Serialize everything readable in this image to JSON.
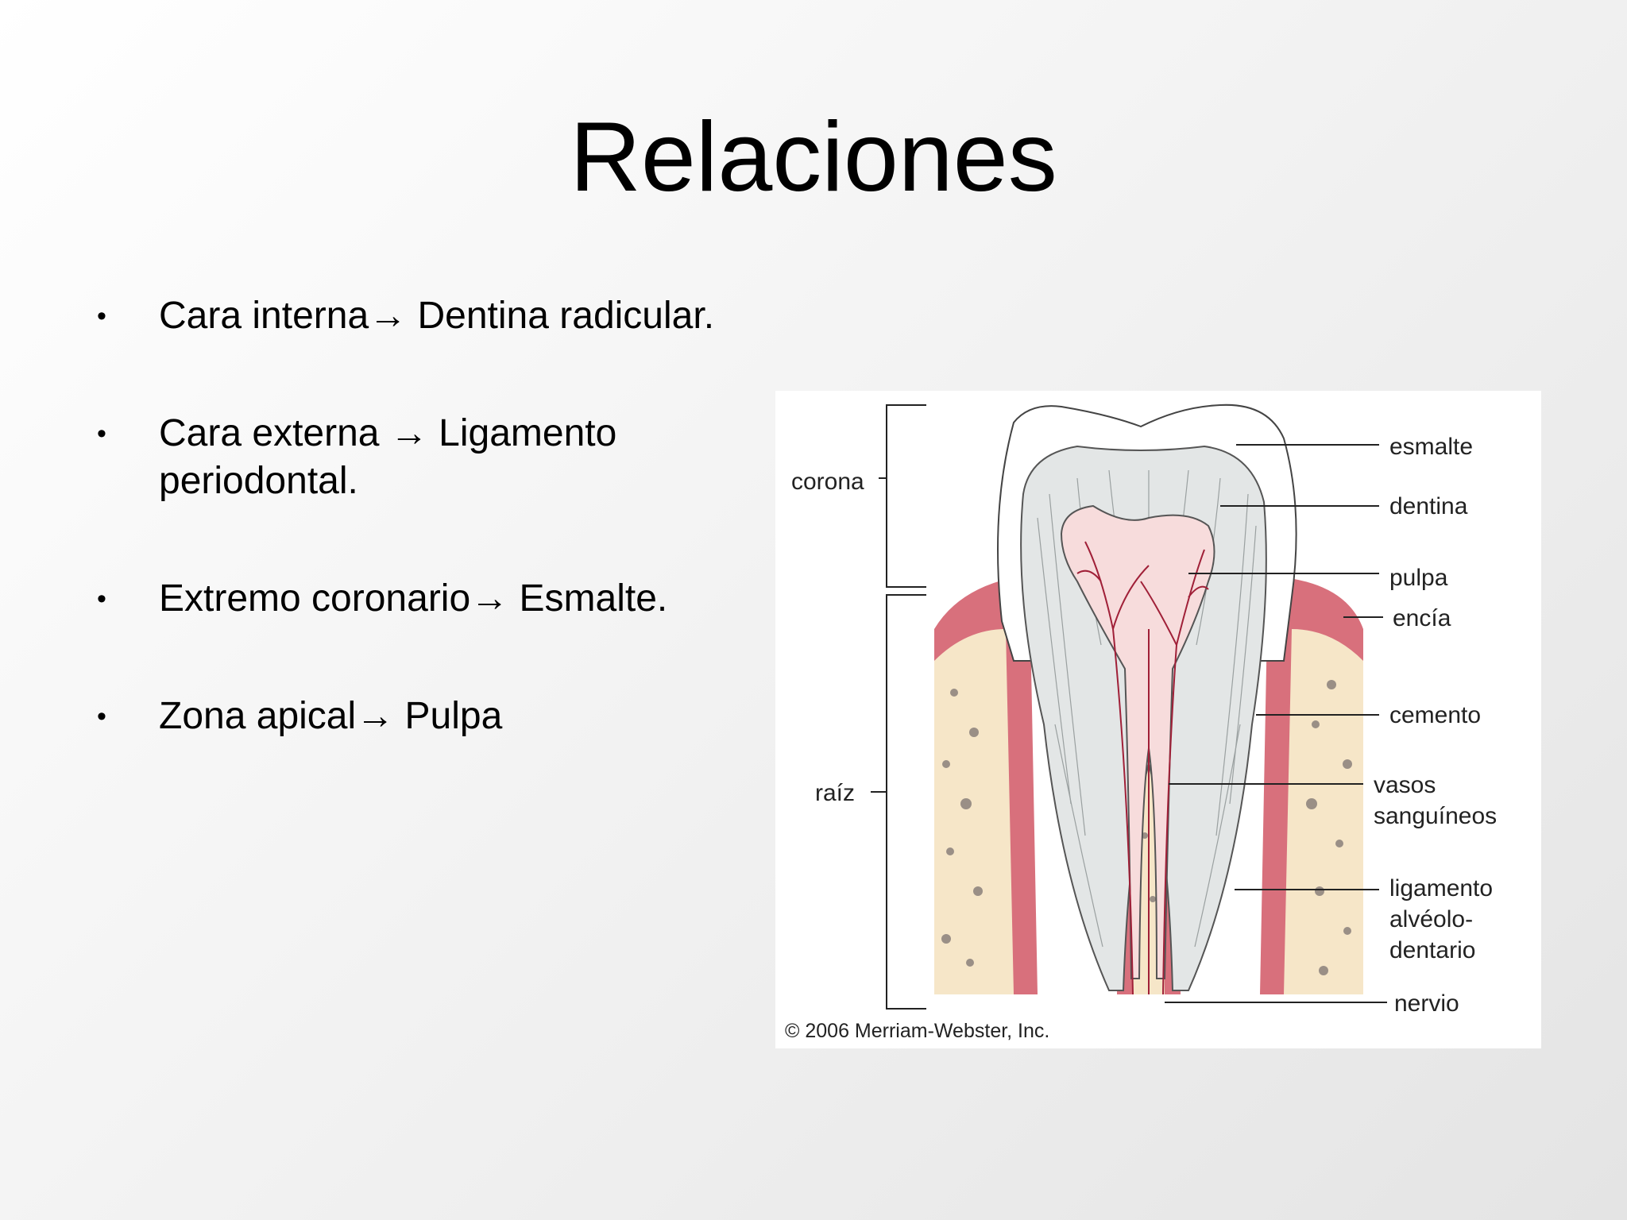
{
  "slide": {
    "title": "Relaciones",
    "bullet_char": "•",
    "bullets": [
      "Cara interna→  Dentina radicular.",
      "Cara externa → Ligamento periodontal.",
      "Extremo coronario→ Esmalte.",
      "Zona apical→ Pulpa"
    ]
  },
  "figure": {
    "labels": {
      "corona": "corona",
      "raiz": "raíz",
      "esmalte": "esmalte",
      "dentina": "dentina",
      "pulpa": "pulpa",
      "encia": "encía",
      "cemento": "cemento",
      "vasos_1": "vasos",
      "vasos_2": "sanguíneos",
      "ligamento_1": "ligamento",
      "ligamento_2": "alvéolo-",
      "ligamento_3": "dentario",
      "nervio": "nervio"
    },
    "copyright": "© 2006 Merriam-Webster, Inc.",
    "colors": {
      "gum": "#d8707c",
      "bone": "#f6e6c8",
      "bone_spots": "#9a8f86",
      "dentin": "#e3e6e6",
      "pulp": "#f7dcdc",
      "vessels": "#a02038"
    }
  }
}
